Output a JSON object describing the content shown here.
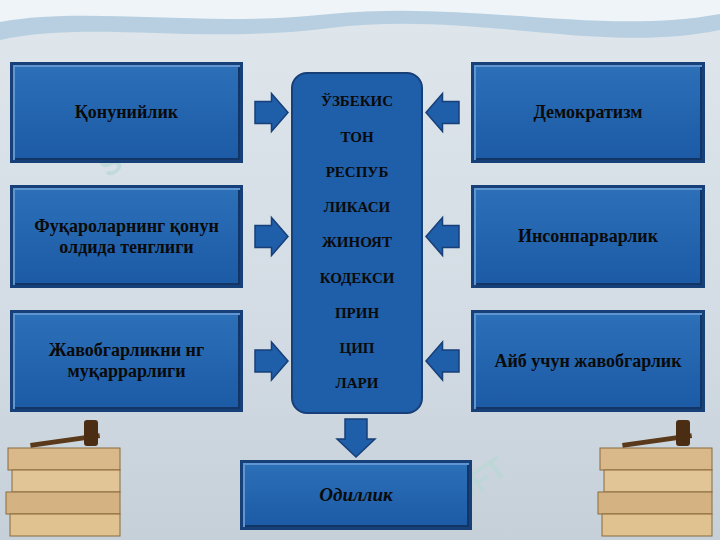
{
  "diagram": {
    "nodes": [
      {
        "text": [
          "Қонунийлик"
        ]
      },
      {
        "text": [
          "ЎЗБЕКИС ТОН РЕСПУБ ЛИКАСИ ЖИНОЯТ КОДЕКСИ ПРИН ЦИП ЛАРИ"
        ]
      },
      {
        "text": [
          "Демократизм"
        ]
      },
      {
        "text": [
          "Фуқароларнинг қонун олдида тенглиги"
        ]
      },
      {
        "text": [
          "Инсонпарварлик"
        ]
      },
      {
        "text": [
          "Жавобгарликни нг муқаррарлиги"
        ]
      },
      {
        "text": [
          "Айб учун жавобгарлик"
        ]
      },
      {
        "text": [
          "Одиллик"
        ]
      }
    ],
    "edges": [
      {
        "from": 0,
        "to": 1,
        "arrow": "to"
      },
      {
        "from": 2,
        "to": 1,
        "arrow": "to"
      },
      {
        "from": 3,
        "to": 1,
        "arrow": "to"
      },
      {
        "from": 4,
        "to": 1,
        "arrow": "to"
      },
      {
        "from": 5,
        "to": 1,
        "arrow": "to"
      },
      {
        "from": 6,
        "to": 1,
        "arrow": "to"
      },
      {
        "from": 1,
        "to": 7,
        "arrow": "to"
      }
    ],
    "labels": [
      "SOFT",
      "SOFT",
      "SOFT",
      "SOFT"
    ]
  }
}
